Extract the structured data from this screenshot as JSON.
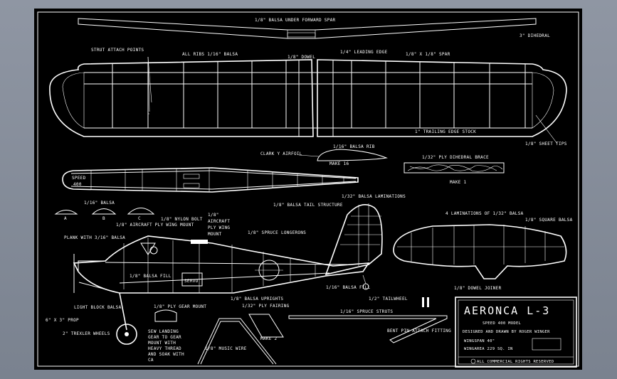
{
  "labels": {
    "spar_under": "1/8\" BALSA UNDER FORWARD SPAR",
    "dihedral": "3\" DIHEDRAL",
    "strut_attach": "STRUT ATTACH POINTS",
    "ribs": "ALL RIBS 1/16\" BALSA",
    "dowel": "1/8\" DOWEL",
    "leading_edge": "1/4\" LEADING EDGE",
    "spar": "1/8\" X 1/8\" SPAR",
    "trailing_edge": "1\" TRAILING EDGE STOCK",
    "sheet_tips": "1/8\" SHEET TIPS",
    "clark_y": "CLARK Y AIRFOIL",
    "balsa_rib": "1/16\" BALSA RIB",
    "make16": "MAKE 16",
    "dihedral_brace": "1/32\" PLY DIHEDRAL BRACE",
    "make1": "MAKE 1",
    "speed": "SPEED",
    "four_hundred": "400",
    "balsa_116": "1/16\" BALSA",
    "a": "A",
    "b": "B",
    "c": "C",
    "nylon_bolt": "1/8\" NYLON BOLT",
    "ply_mount": "1/8\" AIRCRAFT PLY WING MOUNT",
    "ply_mount_r1": "1/8\"",
    "ply_mount_r2": "AIRCRAFT",
    "ply_mount_r3": "PLY WING",
    "ply_mount_r4": "MOUNT",
    "laminations": "1/32\" BALSA LAMINATIONS",
    "tail_structure": "1/8\" BALSA TAIL STRUCTURE",
    "longerons": "1/8\" SPRUCE LONGERONS",
    "four_lam": "4 LAMINATIONS OF 1/32\" BALSA",
    "square_balsa": "1/8\" SQUARE BALSA",
    "plank": "PLANK WITH 3/16\" BALSA",
    "balsa_fill": "1/8\" BALSA FILL",
    "servo": "SERVO",
    "balsa_fill2": "1/16\" BALSA FILL",
    "dowel_joiner": "1/8\" DOWEL JOINER",
    "prop": "6\" X 3\" PROP",
    "block": "LIGHT BLOCK BALSA",
    "gear_mount": "1/8\" PLY GEAR MOUNT",
    "uprights": "1/8\" BALSA UPRIGHTS",
    "ply_fairing": "1/32\" PLY FAIRING",
    "tailwheel": "1/2\" TAILWHEEL",
    "spruce_struts": "1/16\" SPRUCE STRUTS",
    "bent_pin": "BENT PIN ATTACH FITTING",
    "wheels": "2\" TREXLER WHEELS",
    "sew1": "SEW LANDING",
    "sew2": "GEAR TO GEAR",
    "sew3": "MOUNT WITH",
    "sew4": "HEAVY THREAD",
    "sew5": "AND SOAK WITH",
    "sew6": "CA",
    "music_wire": "1/8\" MUSIC WIRE",
    "make2": "MAKE 2"
  },
  "title_block": {
    "title": "AERONCA L-3",
    "subtitle": "SPEED 400 MODEL",
    "designer": "DESIGNED AND DRAWN BY ROGER WINGER",
    "wingspan": "WINGSPAN  40\"",
    "wingarea": "WINGAREA  229 SQ. IN",
    "copyright": "ALL COMMERCIAL RIGHTS RESERVED"
  }
}
